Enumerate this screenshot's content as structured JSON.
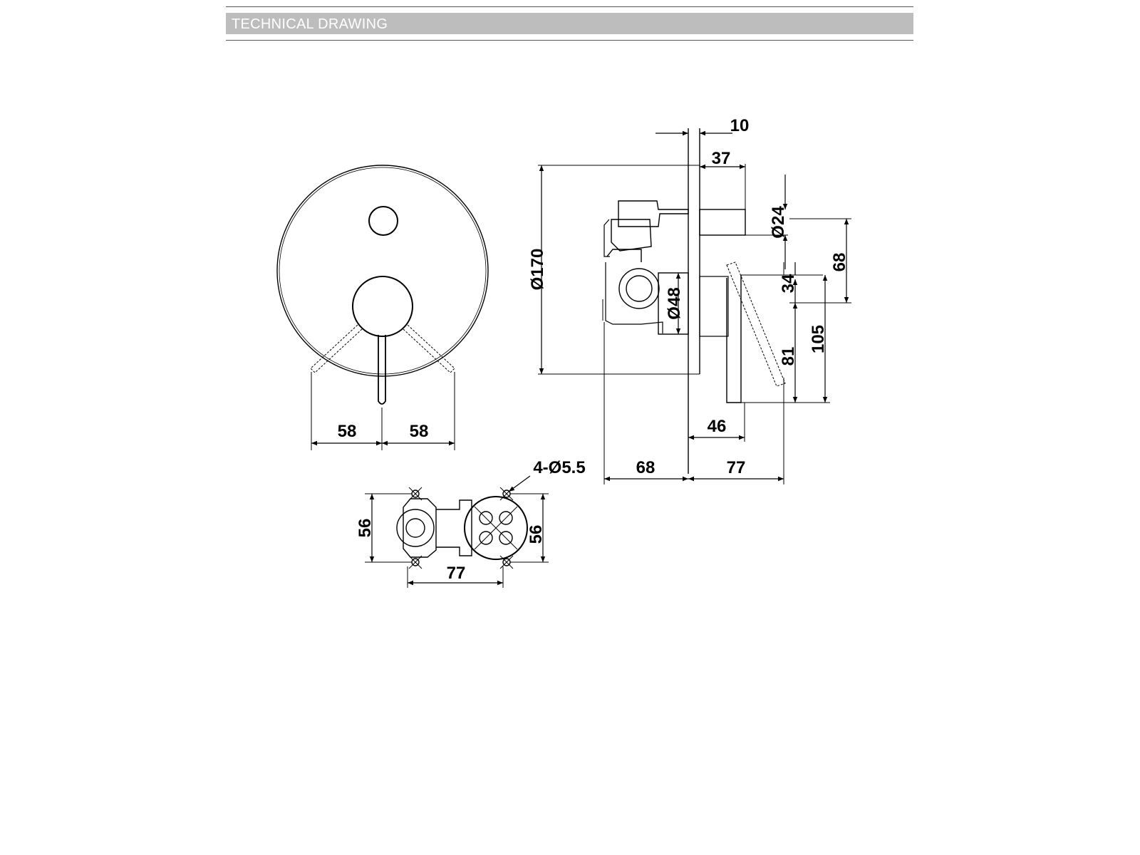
{
  "header": {
    "title": "TECHNICAL DRAWING"
  },
  "dimensions": {
    "front_left": "58",
    "front_right": "58",
    "side_top": "10",
    "side_37": "37",
    "side_dia24": "Ø24",
    "side_dia170": "Ø170",
    "side_dia48": "Ø48",
    "side_34": "34",
    "side_68_right": "68",
    "side_105": "105",
    "side_81": "81",
    "side_46": "46",
    "side_68_bottom": "68",
    "side_77_bottom": "77",
    "plan_holes": "4-Ø5.5",
    "plan_56_left": "56",
    "plan_56_right": "56",
    "plan_77": "77"
  },
  "colors": {
    "line": "#000000",
    "header_bg": "#bdbdbd",
    "header_text": "#ffffff"
  }
}
